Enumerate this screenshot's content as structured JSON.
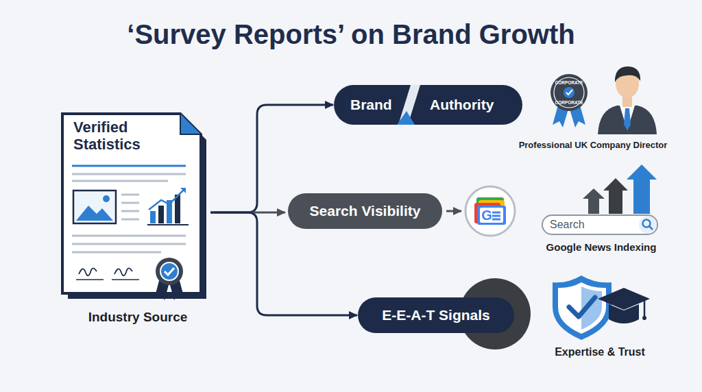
{
  "diagram": {
    "title": "‘Survey Reports’ on Brand Growth",
    "nodes": [
      {
        "text": [
          "Verified Statistics",
          "Industry Source"
        ]
      },
      {
        "text": [
          "Brand",
          "Authority"
        ]
      },
      {
        "text": [
          "Search Visibility"
        ]
      },
      {
        "text": [
          "G"
        ]
      },
      {
        "text": [
          "Search"
        ]
      },
      {
        "text": [
          "E-E-A-T Signals"
        ]
      }
    ],
    "edges": [
      {
        "from": 0,
        "to": 1,
        "arrow": "to"
      },
      {
        "from": 0,
        "to": 2,
        "arrow": "to"
      },
      {
        "from": 0,
        "to": 5,
        "arrow": "to"
      },
      {
        "from": 2,
        "to": 3,
        "arrow": "to"
      }
    ],
    "labels": [
      "CORPORATE",
      "CORPORATE",
      "Professional UK Company Director",
      "Google News Indexing",
      "Expertise & Trust"
    ]
  }
}
